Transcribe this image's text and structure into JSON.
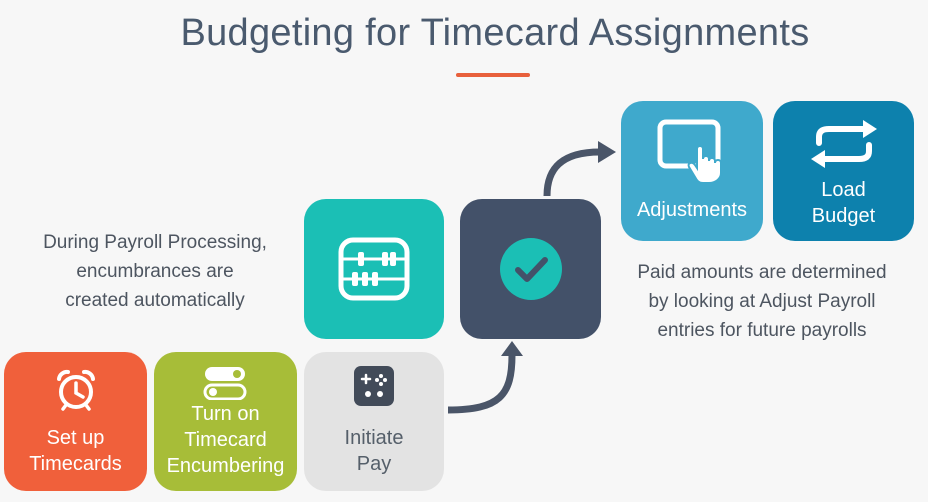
{
  "title": "Budgeting for Timecard Assignments",
  "colors": {
    "orange": "#f0603b",
    "green": "#a7bd38",
    "light_gray": "#e3e3e3",
    "teal": "#1bbfb5",
    "slate": "#435169",
    "blue": "#3fa9cc",
    "dark_blue": "#0d81ad",
    "accent": "#e8603c"
  },
  "tiles": {
    "setup": {
      "label": "Set up\nTimecards",
      "icon": "alarm-clock-icon"
    },
    "turnon": {
      "label": "Turn on\nTimecard\nEncumbering",
      "icon": "toggle-switch-icon"
    },
    "initiate": {
      "label": "Initiate\nPay",
      "icon": "gamepad-icon"
    },
    "encumb": {
      "icon": "abacus-icon"
    },
    "check": {
      "icon": "check-circle-icon"
    },
    "adjust": {
      "label": "Adjustments",
      "icon": "touch-screen-icon"
    },
    "load": {
      "label": "Load\nBudget",
      "icon": "refresh-arrows-icon"
    }
  },
  "notes": {
    "left": "During Payroll Processing,\nencumbrances are\ncreated automatically",
    "right": "Paid amounts are determined\nby looking at Adjust Payroll\nentries for future payrolls"
  }
}
